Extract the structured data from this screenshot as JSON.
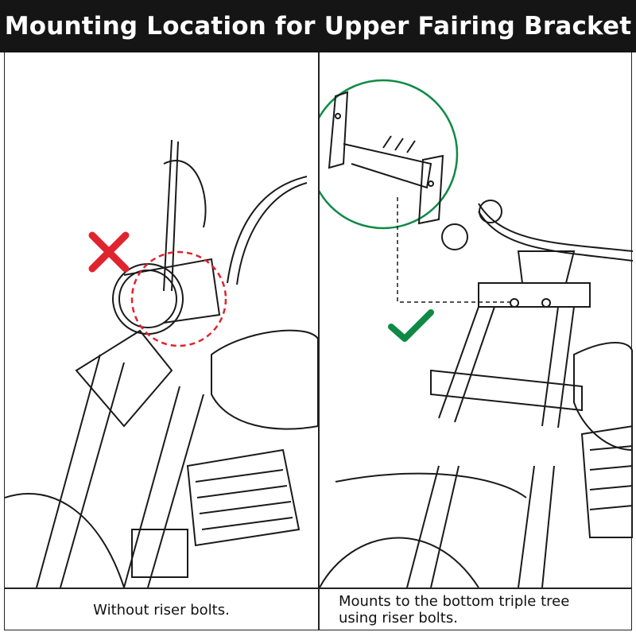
{
  "header": {
    "title": "Mounting Location for Upper Fairing Bracket"
  },
  "left_panel": {
    "caption": "Without riser bolts.",
    "status_icon": "cross-icon",
    "status_color": "#e0242f"
  },
  "right_panel": {
    "caption_line1": "Mounts to the bottom triple tree",
    "caption_line2": "using riser bolts.",
    "status_icon": "check-icon",
    "status_color": "#0e8a45"
  }
}
